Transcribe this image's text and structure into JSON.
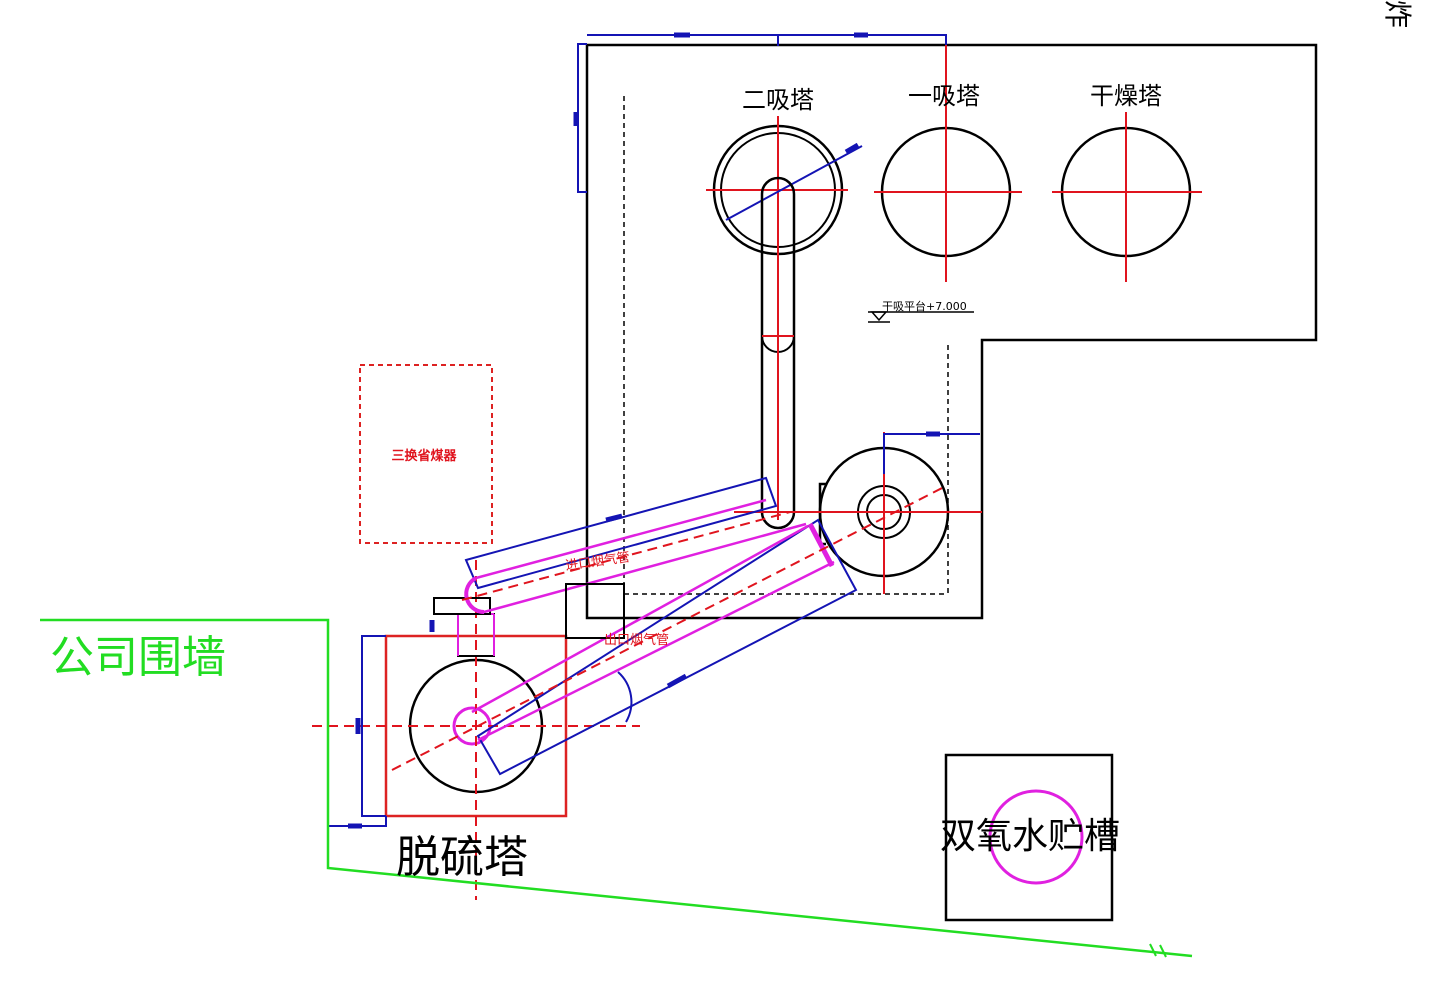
{
  "labels": {
    "tower_absorb_2": "二吸塔",
    "tower_absorb_1": "一吸塔",
    "tower_dry": "干燥塔",
    "platform_elevation": "干吸平台+7.000",
    "economizer": "三换省煤器",
    "inlet_flue_pipe": "进口烟气管",
    "outlet_flue_pipe": "出口烟气管",
    "company_wall": "公司围墙",
    "desulfurization_tower": "脱硫塔",
    "peroxide_tank": "双氧水贮槽",
    "corner_char": "炸"
  },
  "colors": {
    "outline": "#000000",
    "centerline": "#e0141e",
    "support": "#1414b4",
    "flue_pipe": "#e020e0",
    "company_wall": "#22dd22",
    "economizer_box": "#dd2222"
  }
}
